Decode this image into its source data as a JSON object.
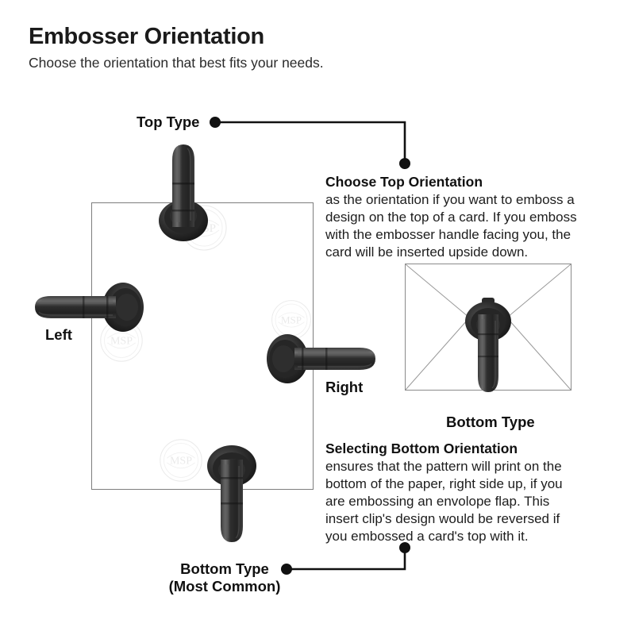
{
  "header": {
    "title": "Embosser Orientation",
    "subtitle": "Choose the orientation that best fits your needs."
  },
  "labels": {
    "top_type": "Top Type",
    "left": "Left",
    "right": "Right",
    "bottom_type_envelope": "Bottom Type",
    "bottom_type_main_line1": "Bottom Type",
    "bottom_type_main_line2": "(Most Common)"
  },
  "descriptions": {
    "top": {
      "heading": "Choose Top Orientation",
      "body": "as the orientation if you want to emboss a design on the top of a card. If you emboss with the embosser handle facing you, the card will be inserted upside down."
    },
    "bottom": {
      "heading": "Selecting Bottom Orientation",
      "body": "ensures that the pattern will print on the bottom of the paper, right side up, if you are embossing an envolope flap. This insert clip's design would be reversed if you embossed a card's top with it."
    }
  },
  "watermark": {
    "text": "MSP"
  },
  "colors": {
    "text": "#1a1a1a",
    "embosser_body": "#2b2b2b",
    "embosser_highlight": "#5a5a5a",
    "outline": "#7d7d7d",
    "background": "#ffffff"
  }
}
